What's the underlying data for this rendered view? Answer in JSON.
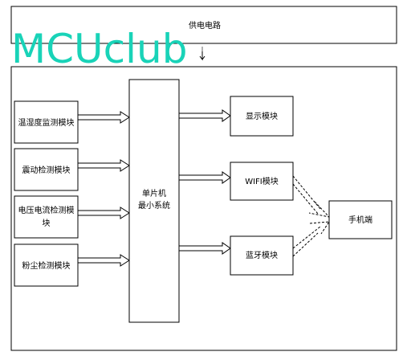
{
  "power_label": "供电电路",
  "watermark": "MCUclub",
  "watermark_color": "#19d3b8",
  "inputs": [
    {
      "line1": "温湿度监测模块",
      "line2": ""
    },
    {
      "line1": "震动检测模块",
      "line2": ""
    },
    {
      "line1": "电压电流检测模",
      "line2": "块"
    },
    {
      "line1": "粉尘检测模块",
      "line2": ""
    }
  ],
  "mcu": {
    "line1": "单片机",
    "line2": "最小系统"
  },
  "outputs": {
    "display": "显示模块",
    "wifi": "WIFI模块",
    "bluetooth": "蓝牙模块"
  },
  "phone": "手机端"
}
